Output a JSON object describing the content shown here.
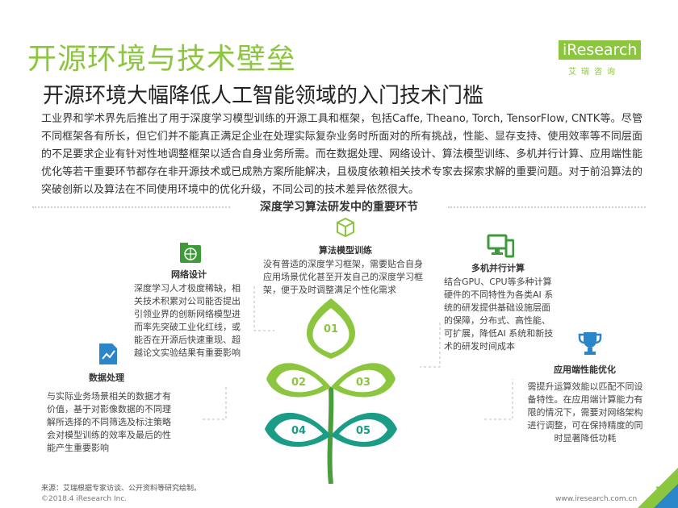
{
  "header": {
    "title": "开源环境与技术壁垒",
    "subtitle": "开源环境大幅降低人工智能领域的入门技术门槛"
  },
  "logo": {
    "brand": "iResearch",
    "cn_brand": "艾瑞咨询"
  },
  "intro": "工业界和学术界先后推出了用于深度学习模型训练的开源工具和框架，包括Caffe, Theano, Torch, TensorFlow, CNTK等。尽管不同框架各有所长，但它们并不能真正满足企业在处理实际复杂业务时所面对的所有挑战，性能、显存支持、使用效率等不同层面的不足要求企业有针对性地调整框架以适合自身业务所需。而在数据处理、网络设计、算法模型训练、多机并行计算、应用端性能优化等若干重要环节都存在非开源技术或已成熟方案所能解决，且极度依赖相关技术专家去探索求解的重要问题。对于前沿算法的突破创新以及算法在不同使用环境中的优化升级，不同公司的技术差异依然很大。",
  "section_title": "深度学习算法研发中的重要环节",
  "items": [
    {
      "label": "算法模型训练",
      "icon": "cube-icon",
      "desc": "没有普适的深度学习框架，需要贴合自身应用场景优化甚至开发自己的深度学习框架，便于及时调整满足个性化需求"
    },
    {
      "label": "网络设计",
      "icon": "globe-icon",
      "desc": "深度学习人才极度稀缺，相关技术积累对公司能否提出引领业界的创新网络模型进而率先突破工业化红线，或能否在开源后快速重现、超越论文实验结果有重要影响"
    },
    {
      "label": "多机并行计算",
      "icon": "devices-icon",
      "desc": "结合GPU、CPU等多种计算硬件的不同特性为各类AI 系统的研发提供基础设施层面的保障，分布式、高性能、可扩展，降低AI 系统和新技术的研发时间成本"
    },
    {
      "label": "数据处理",
      "icon": "chart-icon",
      "desc": "与实际业务场景相关的数据才有价值，基于对影像数据的不同理解所选择的不同筛选及标注策略会对模型训练的效率及最后的性能产生重要影响"
    },
    {
      "label": "应用端性能优化",
      "icon": "trophy-icon",
      "desc": "需提升运算效能以匹配不同设备特性。在应用端计算能力有限的情况下，需要对网络架构进行调整，可在保持精度的同时显著降低功耗"
    }
  ],
  "diagram_numbers": [
    "01",
    "02",
    "03",
    "04",
    "05"
  ],
  "footer": {
    "source": "来源：艾瑞根据专家访谈、公开资料等研究绘制。",
    "copyright": "©2018.4 iResearch Inc.",
    "url": "www.iresearch.com.cn",
    "page": "7"
  },
  "colors": {
    "green": "#8cc63f",
    "blue": "#2a86c8",
    "teal": "#1a9c86"
  }
}
